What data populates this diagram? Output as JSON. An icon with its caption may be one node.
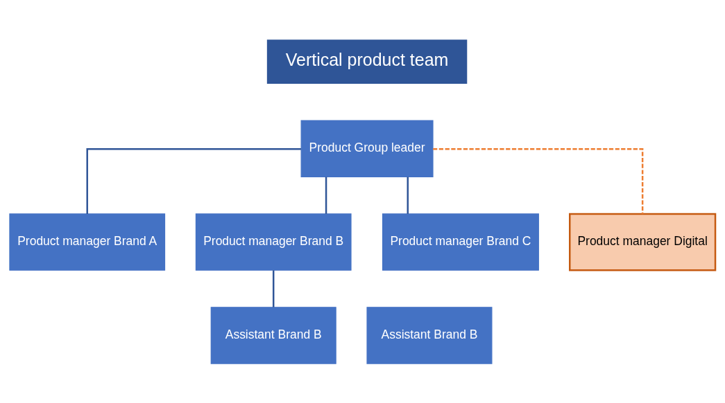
{
  "diagram": {
    "nodes": [
      {
        "text": [
          "Vertical product team"
        ]
      },
      {
        "text": [
          "Product Group leader"
        ]
      },
      {
        "text": [
          "Product manager Brand A"
        ]
      },
      {
        "text": [
          "Product manager Brand B"
        ]
      },
      {
        "text": [
          "Product manager Brand C"
        ]
      },
      {
        "text": [
          "Product manager Digital"
        ]
      },
      {
        "text": [
          "Assistant Brand B"
        ]
      },
      {
        "text": [
          "Assistant Brand B"
        ]
      }
    ],
    "edges": [
      {
        "from": 1,
        "to": 2,
        "arrow": "none"
      },
      {
        "from": 1,
        "to": 3,
        "arrow": "none"
      },
      {
        "from": 1,
        "to": 4,
        "arrow": "none"
      },
      {
        "from": 1,
        "to": 5,
        "arrow": "none",
        "style": "dashed",
        "color": "#ed7d31"
      },
      {
        "from": 3,
        "to": 7,
        "arrow": "none"
      }
    ]
  }
}
